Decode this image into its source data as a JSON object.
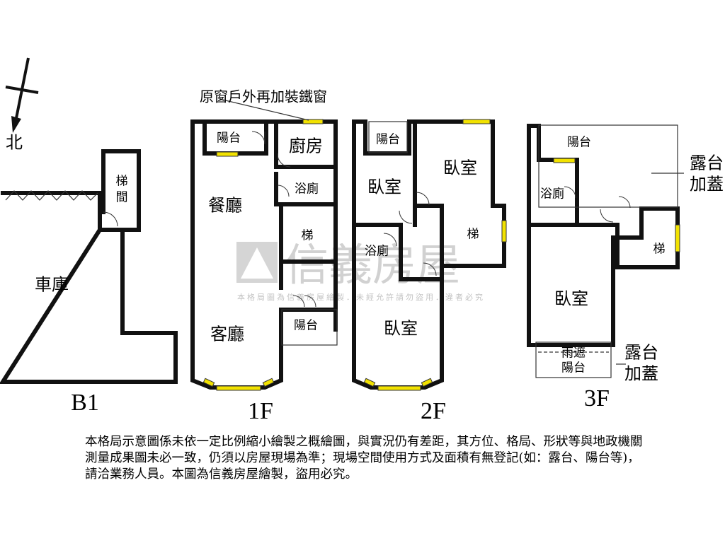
{
  "compass": {
    "north_label": "北"
  },
  "annotations": {
    "window_note": "原窗戶外再加裝鐵窗",
    "terrace_cover_3f_right": [
      "露台",
      "加蓋"
    ],
    "terrace_cover_3f_bottom": [
      "露台",
      "加蓋"
    ]
  },
  "floors": {
    "b1": {
      "label": "B1",
      "rooms": {
        "garage": "車庫",
        "stair_hall": [
          "梯",
          "間"
        ]
      }
    },
    "f1": {
      "label": "1F",
      "rooms": {
        "balcony_top": "陽台",
        "kitchen": "廚房",
        "dining": "餐廳",
        "bath": "浴廁",
        "stairs": "梯",
        "living": "客廳",
        "balcony_side": "陽台"
      }
    },
    "f2": {
      "label": "2F",
      "rooms": {
        "balcony": "陽台",
        "bedroom_small": "臥室",
        "bedroom_top": "臥室",
        "stairs": "梯",
        "bath": "浴廁",
        "bedroom_main": "臥室"
      }
    },
    "f3": {
      "label": "3F",
      "rooms": {
        "balcony_top": "陽台",
        "bath": "浴廁",
        "stairs": "梯",
        "bedroom": "臥室",
        "canopy_balcony": [
          "雨遮",
          "陽台"
        ]
      }
    }
  },
  "watermark": {
    "brand": "信義房屋",
    "notice": "本格局圖為信義房屋繪製．未經允許請勿盜用．違者必究"
  },
  "disclaimer": "本格局示意圖係未依一定比例縮小繪製之概繪圖，與實況仍有差距，其方位、格局、形狀等與地政機關測量成果圖未必一致，仍須以房屋現場為準；現場空間使用方式及面積有無登記(如：露台、陽台等)，請洽業務人員。本圖為信義房屋繪製，盜用必究。"
}
